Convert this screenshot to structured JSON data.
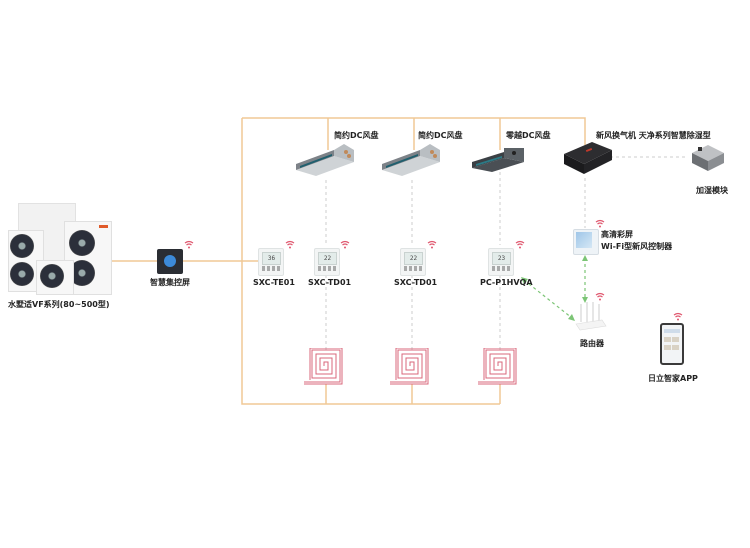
{
  "diagram": {
    "title": "Hitachi HVAC smart home system diagram",
    "colors": {
      "main_line": "#f0c896",
      "signal_line": "#cccccc",
      "wifi_link": "#7cc576",
      "wifi_icon": "#e0586f",
      "floor_coil": "#d9677b"
    },
    "outdoor_unit": {
      "label": "水墅适VF系列(80~500型)"
    },
    "central_controller": {
      "label": "智慧集控屏"
    },
    "fan_coils": [
      {
        "label": "简约DC风盘"
      },
      {
        "label": "简约DC风盘"
      },
      {
        "label": "零越DC风盘"
      }
    ],
    "thermostats": [
      {
        "label": "SXC-TE01",
        "display": "36"
      },
      {
        "label": "SXC-TD01",
        "display": "22"
      },
      {
        "label": "SXC-TD01",
        "display": "22"
      },
      {
        "label": "PC-P1HVQA",
        "display": "23"
      }
    ],
    "fresh_air": {
      "label": "新风换气机 天净系列智慧除湿型",
      "humidifier_label": "加湿模块",
      "controller_label_line1": "高清彩屏",
      "controller_label_line2": "Wi-Fi型新风控制器"
    },
    "router": {
      "label": "路由器"
    },
    "app": {
      "label": "日立智家APP"
    },
    "floor_heating": {
      "count": 3
    }
  }
}
